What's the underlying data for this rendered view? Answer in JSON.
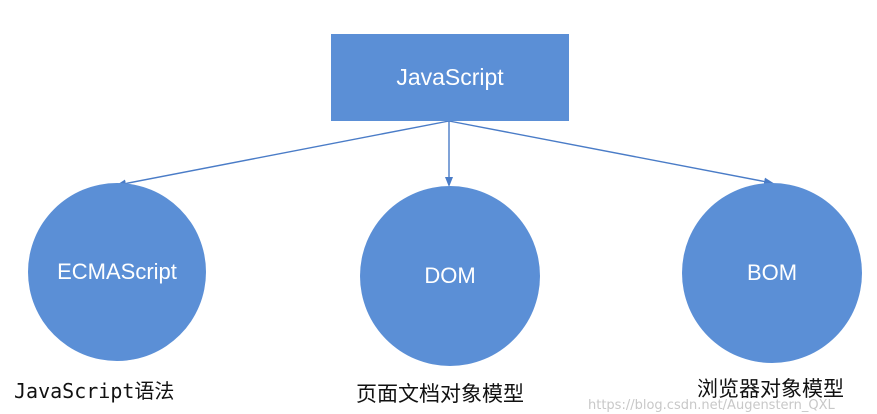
{
  "diagram": {
    "root": {
      "label": "JavaScript"
    },
    "children": [
      {
        "label": "ECMAScript",
        "caption": "JavaScript语法"
      },
      {
        "label": "DOM",
        "caption": "页面文档对象模型"
      },
      {
        "label": "BOM",
        "caption": "浏览器对象模型"
      }
    ],
    "colors": {
      "fill": "#5b8fd6",
      "arrow": "#4a7cc7",
      "text_on_fill": "#ffffff",
      "caption_text": "#111111"
    }
  },
  "watermark": "https://blog.csdn.net/Augenstern_QXL"
}
